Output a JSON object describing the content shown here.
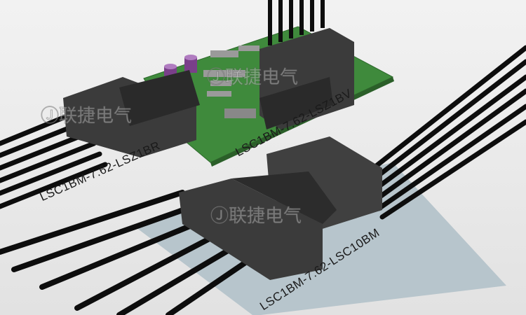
{
  "labels": {
    "right_angle": "LSC1BM-7.62-LSZ1BR",
    "vertical": "LSC1BM-7.62-LSZ1BV",
    "inline": "LSC1BM-7.62-LSC10BM"
  },
  "watermark": {
    "logo": "Ⓙ",
    "text": "联捷电气"
  },
  "colors": {
    "background": "#e9e9e9",
    "pcb": "#3f8a3c",
    "plate": "#b7c5cc",
    "connector": "#3b3b3b",
    "cable": "#0d0d0d"
  }
}
